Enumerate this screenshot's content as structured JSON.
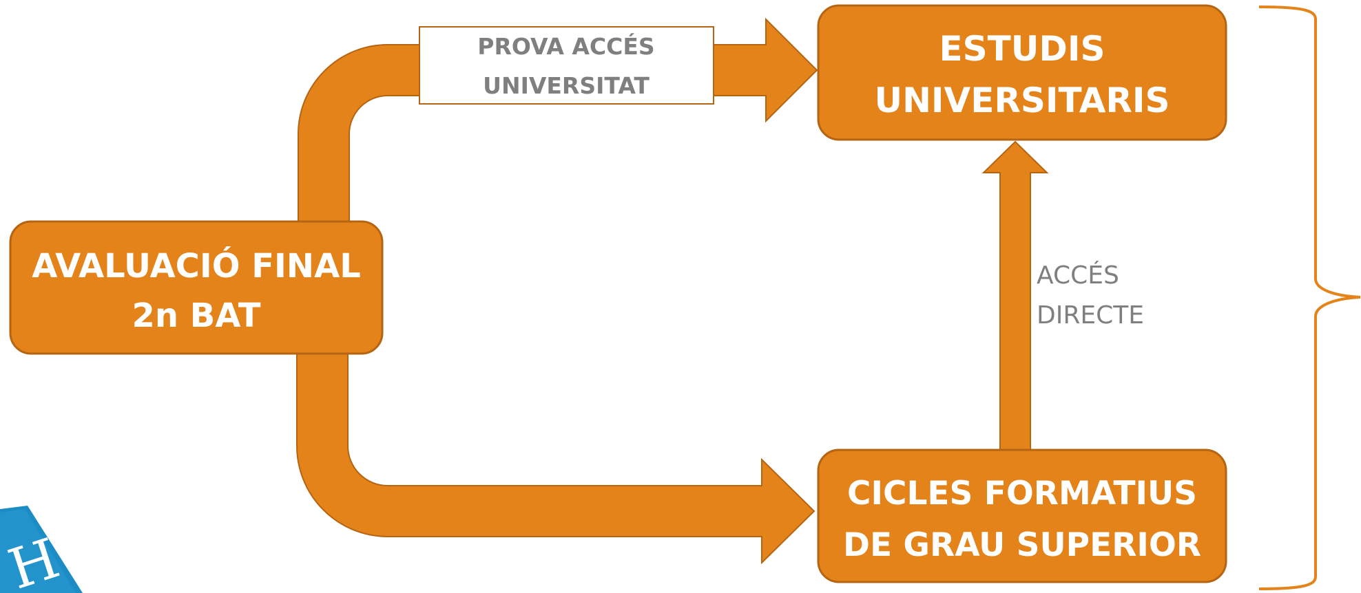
{
  "colors": {
    "primary": "#E3831A",
    "border": "#B56411",
    "label_text": "#7F7F7F",
    "box_text": "#FFFFFF",
    "logo": "#1B8DC4"
  },
  "nodes": {
    "avaluacio": {
      "line1": "AVALUACIÓ FINAL",
      "line2": "2n BAT"
    },
    "estudis": {
      "line1": "ESTUDIS",
      "line2": "UNIVERSITARIS"
    },
    "cicles": {
      "line1": "CICLES FORMATIUS",
      "line2": "DE GRAU SUPERIOR"
    }
  },
  "edges": {
    "prova": {
      "line1": "PROVA ACCÉS",
      "line2": "UNIVERSITAT"
    },
    "directe": {
      "line1": "ACCÉS",
      "line2": "DIRECTE"
    }
  },
  "logo": {
    "icon": "school-logo",
    "text": "H"
  }
}
